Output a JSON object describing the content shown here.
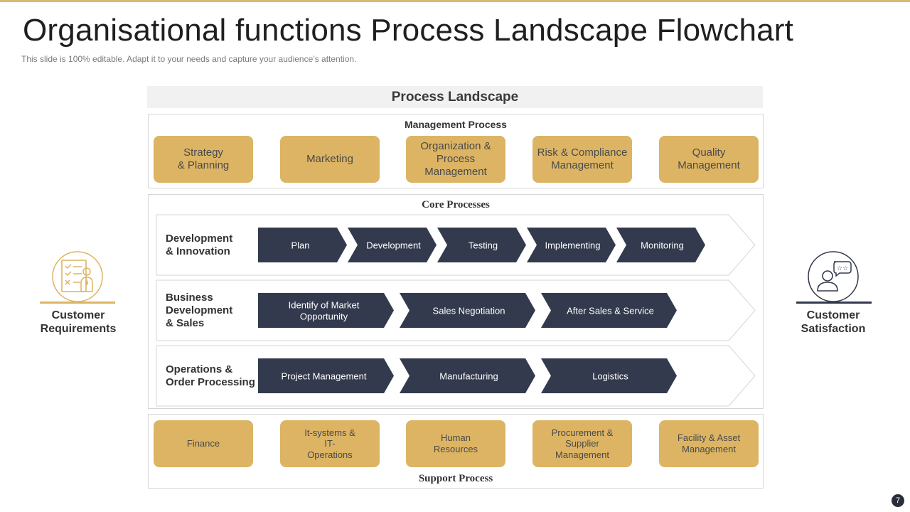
{
  "slide": {
    "title": "Organisational functions Process Landscape Flowchart",
    "subtitle": "This slide is 100% editable. Adapt it to your needs and capture your audience’s attention.",
    "page_number": "7"
  },
  "colors": {
    "accent_gold": "#dcb464",
    "navy": "#333a4d",
    "panel_border": "#d6d6d6",
    "header_bg": "#f1f1f1"
  },
  "landscape": {
    "header": "Process Landscape",
    "management": {
      "title": "Management Process",
      "items": [
        "Strategy\n& Planning",
        "Marketing",
        "Organization &\nProcess\nManagement",
        "Risk & Compliance\nManagement",
        "Quality\nManagement"
      ]
    },
    "core": {
      "title": "Core Processes",
      "lanes": [
        {
          "label": "Development\n& Innovation",
          "steps": [
            "Plan",
            "Development",
            "Testing",
            "Implementing",
            "Monitoring"
          ]
        },
        {
          "label": "Business\nDevelopment\n& Sales",
          "steps": [
            "Identify of Market\nOpportunity",
            "Sales Negotiation",
            "After Sales & Service"
          ]
        },
        {
          "label": "Operations &\nOrder Processing",
          "steps": [
            "Project Management",
            "Manufacturing",
            "Logistics"
          ]
        }
      ]
    },
    "support": {
      "title": "Support Process",
      "items": [
        "Finance",
        "It-systems &\nIT-\nOperations",
        "Human\nResources",
        "Procurement &\nSupplier\nManagement",
        "Facility & Asset\nManagement"
      ]
    }
  },
  "left": {
    "label": "Customer\nRequirements",
    "icon": "requirements-document-icon"
  },
  "right": {
    "label": "Customer\nSatisfaction",
    "icon": "satisfied-customer-icon"
  }
}
